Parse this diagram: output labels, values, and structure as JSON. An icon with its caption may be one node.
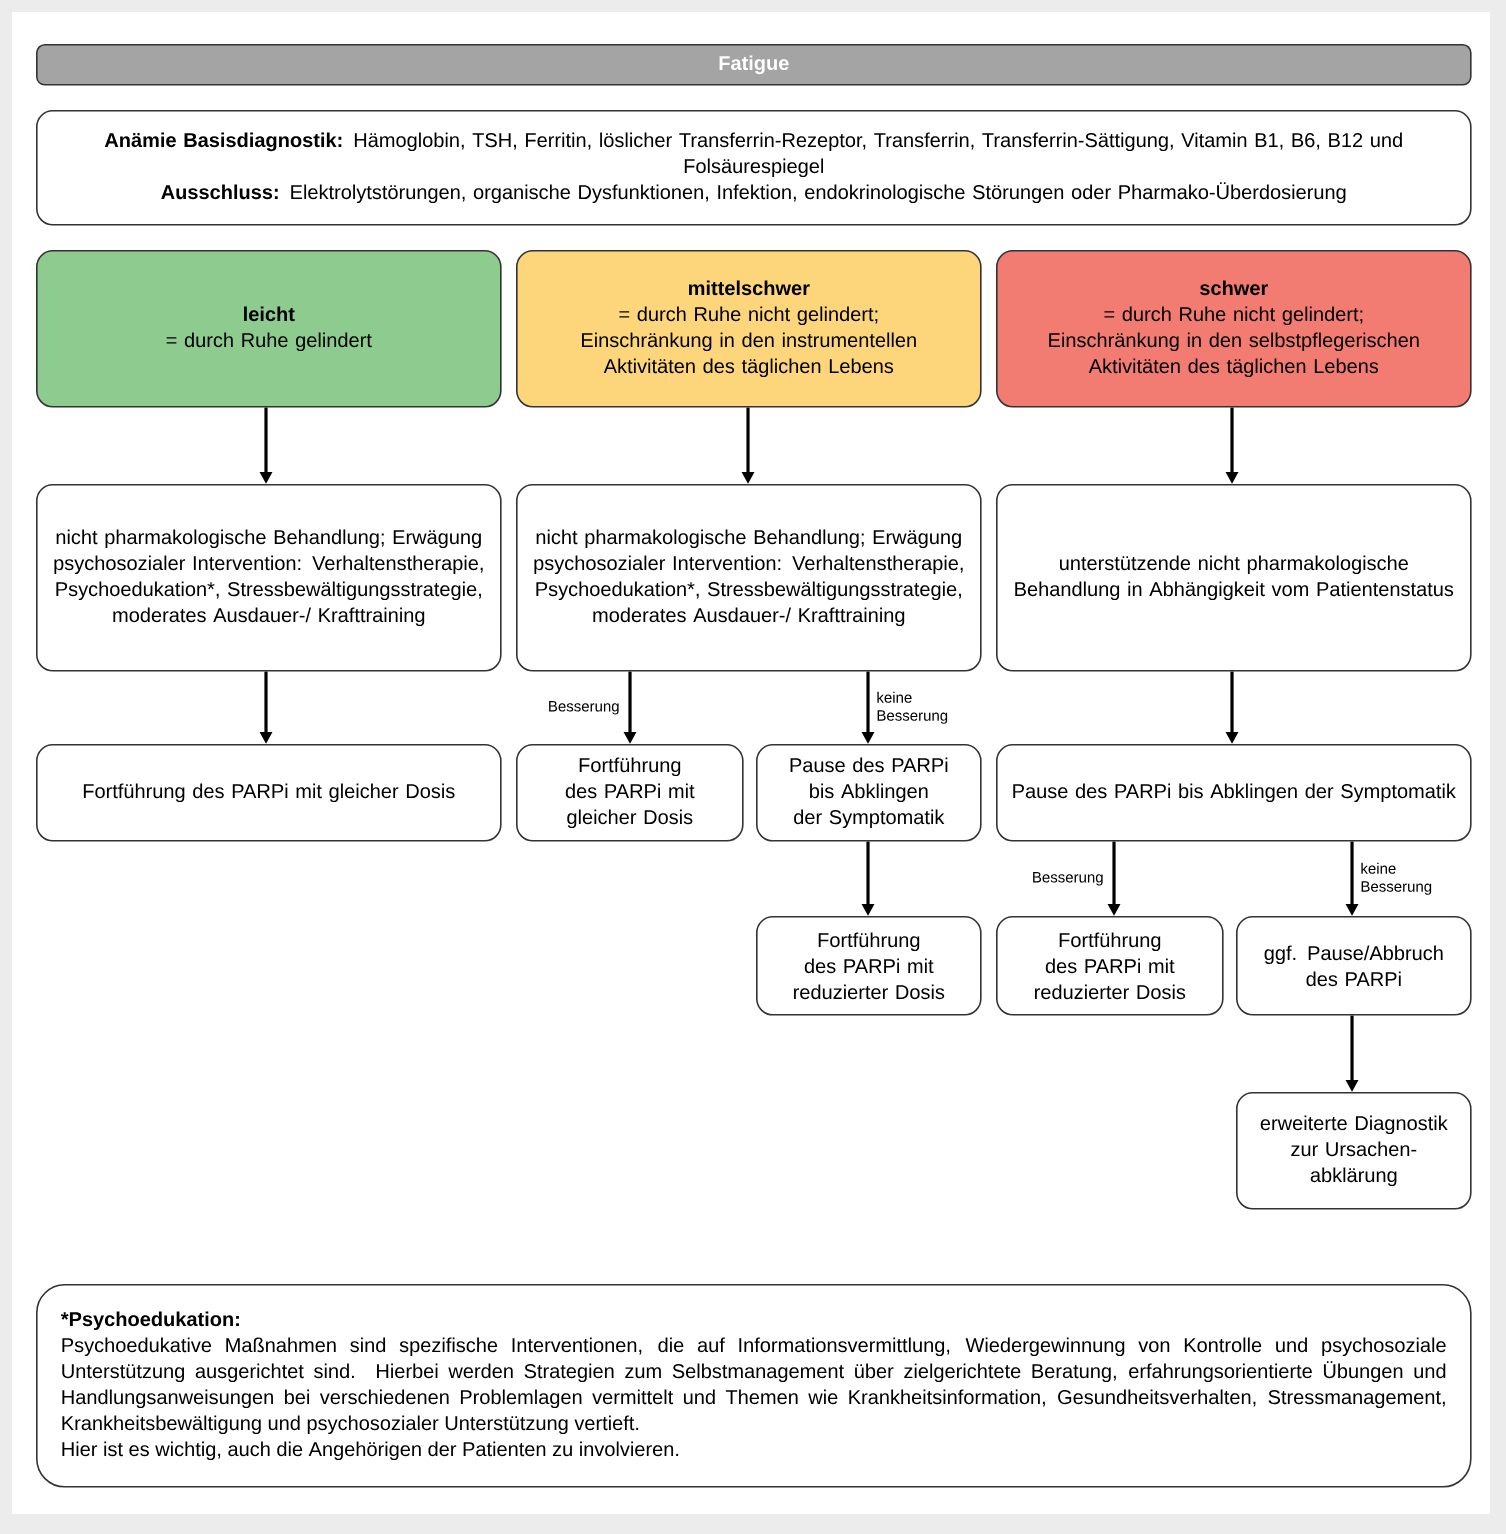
{
  "diagram": {
    "nodes": [
      {
        "text": [
          "Fatigue"
        ]
      },
      {
        "text": [
          "**Anämie Basisdiagnostik:** Hämoglobin, TSH, Ferritin, löslicher Transferrin-Rezeptor, Transferrin, Transferrin-Sättigung, Vitamin B1, B6, B12 und Folsäurespiegel",
          "**Ausschluss:** Elektrolytstörungen, organische Dysfunktionen, Infektion, endokrinologische Störungen oder Pharmako-Überdosierung"
        ]
      },
      {
        "text": [
          "leicht",
          "= durch Ruhe gelindert"
        ]
      },
      {
        "text": [
          "mittelschwer",
          "= durch Ruhe nicht gelindert; Einschränkung in den instrumentellen Aktivitäten des täglichen Lebens"
        ]
      },
      {
        "text": [
          "schwer",
          "= durch Ruhe nicht gelindert; Einschränkung in den selbstpflegerischen Aktivitäten des täglichen Lebens"
        ]
      },
      {
        "text": [
          "nicht pharmakologische Behandlung; Erwägung psychosozialer Intervention: Verhaltenstherapie, Psychoedukation*, Stressbewältigungsstrategie, moderates Ausdauer-/ Krafttraining"
        ]
      },
      {
        "text": [
          "nicht pharmakologische Behandlung; Erwägung psychosozialer Intervention: Verhaltenstherapie, Psychoedukation*, Stressbewältigungsstrategie, moderates Ausdauer-/ Krafttraining"
        ]
      },
      {
        "text": [
          "unterstützende nicht pharmakologische Behandlung in Abhängigkeit vom Patientenstatus"
        ]
      },
      {
        "text": [
          "Fortführung des PARPi mit gleicher Dosis"
        ]
      },
      {
        "text": [
          "Fortführung des PARPi mit gleicher Dosis"
        ]
      },
      {
        "text": [
          "Pause des PARPi bis Abklingen der Symptomatik"
        ]
      },
      {
        "text": [
          "Pause des PARPi bis Abklingen der Symptomatik"
        ]
      },
      {
        "text": [
          "Fortführung des PARPi mit reduzierter Dosis"
        ]
      },
      {
        "text": [
          "Fortführung des PARPi mit reduzierter Dosis"
        ]
      },
      {
        "text": [
          "ggf. Pause/Abbruch des PARPi"
        ]
      },
      {
        "text": [
          "erweiterte Diagnostik zur Ursachen- abklärung"
        ]
      },
      {
        "text": [
          "*Psychoedukation:",
          "Psychoedukative Maßnahmen sind spezifische Interventionen, die auf Informationsvermittlung, Wiedergewinnung von Kontrolle und psychosoziale Unterstützung ausgerichtet sind. Hierbei werden Strategien zum Selbstmanagement über zielgerichtete Beratung, erfahrungsorientierte Übungen und Handlungsanweisungen bei verschiedenen Problemlagen vermittelt und Themen wie Krankheitsinformation, Gesundheitsverhalten, Stressmanagement, Krankheitsbewältigung und psychosozialer Unterstützung vertieft.",
          "Hier ist es wichtig, auch die Angehörigen der Patienten zu involvieren."
        ]
      }
    ],
    "edges": [
      {
        "from": 2,
        "to": 5,
        "arrow": "to"
      },
      {
        "from": 3,
        "to": 6,
        "arrow": "to"
      },
      {
        "from": 4,
        "to": 7,
        "arrow": "to"
      },
      {
        "from": 5,
        "to": 8,
        "arrow": "to"
      },
      {
        "from": 6,
        "to": 9,
        "arrow": "to",
        "label": "Besserung"
      },
      {
        "from": 6,
        "to": 10,
        "arrow": "to",
        "label": "keine Besserung"
      },
      {
        "from": 7,
        "to": 11,
        "arrow": "to"
      },
      {
        "from": 10,
        "to": 12,
        "arrow": "to"
      },
      {
        "from": 11,
        "to": 13,
        "arrow": "to",
        "label": "Besserung"
      },
      {
        "from": 11,
        "to": 14,
        "arrow": "to",
        "label": "keine Besserung"
      },
      {
        "from": 14,
        "to": 15,
        "arrow": "to"
      }
    ]
  }
}
